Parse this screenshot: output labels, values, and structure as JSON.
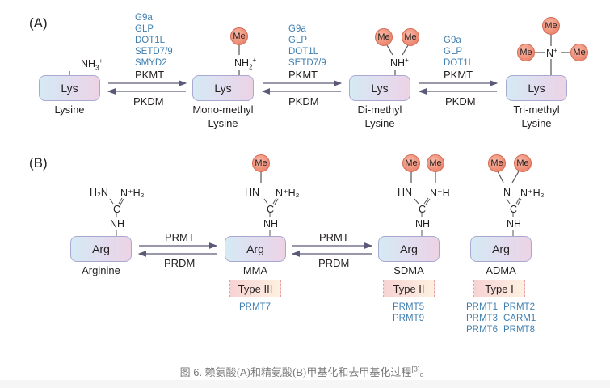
{
  "panel_a": {
    "label": "(A)",
    "residue_label": "Lys",
    "states": [
      {
        "group": "NH",
        "sub": "3",
        "sup": "+",
        "name_line1": "Lysine",
        "name_line2": ""
      },
      {
        "group": "NH",
        "sub": "2",
        "sup": "+",
        "name_line1": "Mono-methyl",
        "name_line2": "Lysine"
      },
      {
        "group": "NH",
        "sub": "",
        "sup": "+",
        "name_line1": "Di-methyl",
        "name_line2": "Lysine"
      },
      {
        "group": "N",
        "sub": "",
        "sup": "+",
        "name_line1": "Tri-methyl",
        "name_line2": "Lysine"
      }
    ],
    "methyl_label": "Me",
    "transitions": [
      {
        "enzymes": [
          "G9a",
          "GLP",
          "DOT1L",
          "SETD7/9",
          "SMYD2"
        ],
        "forward": "PKMT",
        "reverse": "PKDM"
      },
      {
        "enzymes": [
          "G9a",
          "GLP",
          "DOT1L",
          "SETD7/9"
        ],
        "forward": "PKMT",
        "reverse": "PKDM"
      },
      {
        "enzymes": [
          "G9a",
          "GLP",
          "DOT1L"
        ],
        "forward": "PKMT",
        "reverse": "PKDM"
      }
    ]
  },
  "panel_b": {
    "label": "(B)",
    "residue_label": "Arg",
    "methyl_label": "Me",
    "states": [
      {
        "left_group": "H₂N",
        "right_group": "N⁺H₂",
        "c": "C",
        "nh": "NH",
        "name": "Arginine"
      },
      {
        "left_group": "HN",
        "right_group": "N⁺H₂",
        "c": "C",
        "nh": "NH",
        "name": "MMA",
        "type": "Type III",
        "enzymes": [
          "PRMT7"
        ]
      },
      {
        "left_group": "HN",
        "right_group": "N⁺H",
        "c": "C",
        "nh": "NH",
        "name": "SDMA",
        "type": "Type II",
        "enzymes": [
          "PRMT5",
          "PRMT9"
        ]
      },
      {
        "left_group": "N",
        "right_group": "N⁺H₂",
        "c": "C",
        "nh": "NH",
        "name": "ADMA",
        "type": "Type I",
        "enzymes": [
          "PRMT1",
          "PRMT2",
          "PRMT3",
          "CARM1",
          "PRMT6",
          "PRMT8"
        ]
      }
    ],
    "transitions": [
      {
        "forward": "PRMT",
        "reverse": "PRDM"
      },
      {
        "forward": "PRMT",
        "reverse": "PRDM"
      }
    ]
  },
  "caption": {
    "text": "图 6. 赖氨酸(A)和精氨酸(B)甲基化和去甲基化过程",
    "ref": "[3]",
    "end": "。"
  },
  "colors": {
    "enzyme_text": "#3f7fb0",
    "methyl_fill": "#ef8f78",
    "arrow": "#5a5a78",
    "caption_text": "#7a7a7a"
  }
}
